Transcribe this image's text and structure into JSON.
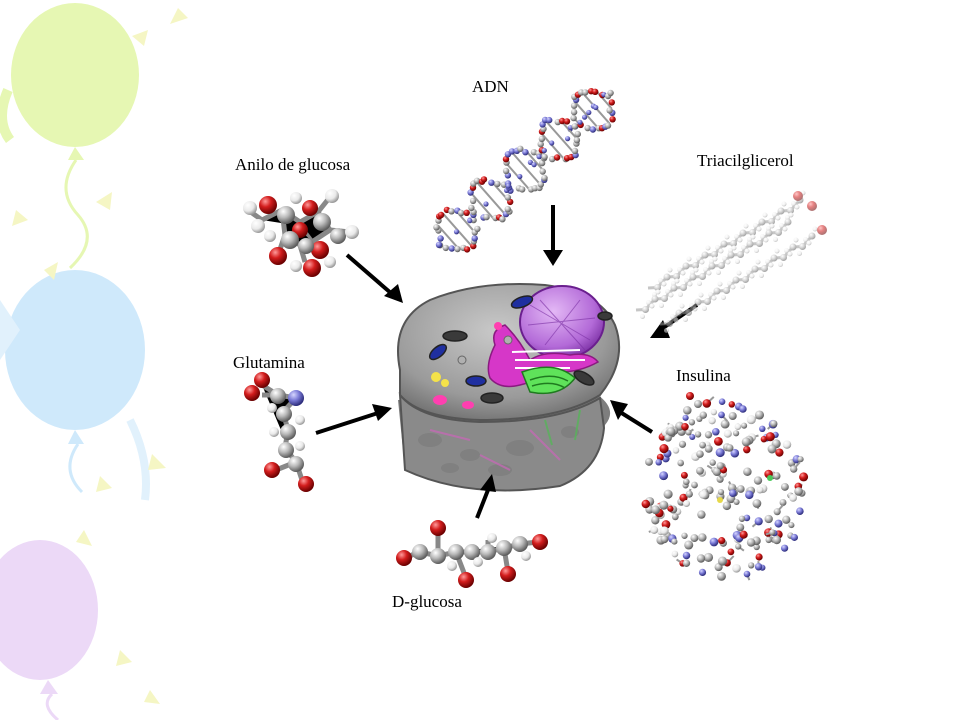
{
  "diagram": {
    "labels": {
      "adn": "ADN",
      "anilo": "Anilo de glucosa",
      "triacil": "Triacilglicerol",
      "glutamina": "Glutamina",
      "insulina": "Insulina",
      "dglucosa": "D-glucosa"
    },
    "colors": {
      "background": "#ffffff",
      "balloon_green": "#e6f7b3",
      "balloon_blue": "#cfe9fb",
      "balloon_purple": "#ecd9f7",
      "cell_gray": "#9a9a9a",
      "nucleus_purple": "#b36ad8",
      "er_magenta": "#d637c8",
      "golgi_green": "#5fe25a",
      "atom_red": "#d31d1d",
      "atom_gray": "#b9b9b9",
      "atom_white": "#f2f2f2",
      "atom_blue": "#7a7ad6",
      "arrow": "#000000"
    }
  }
}
